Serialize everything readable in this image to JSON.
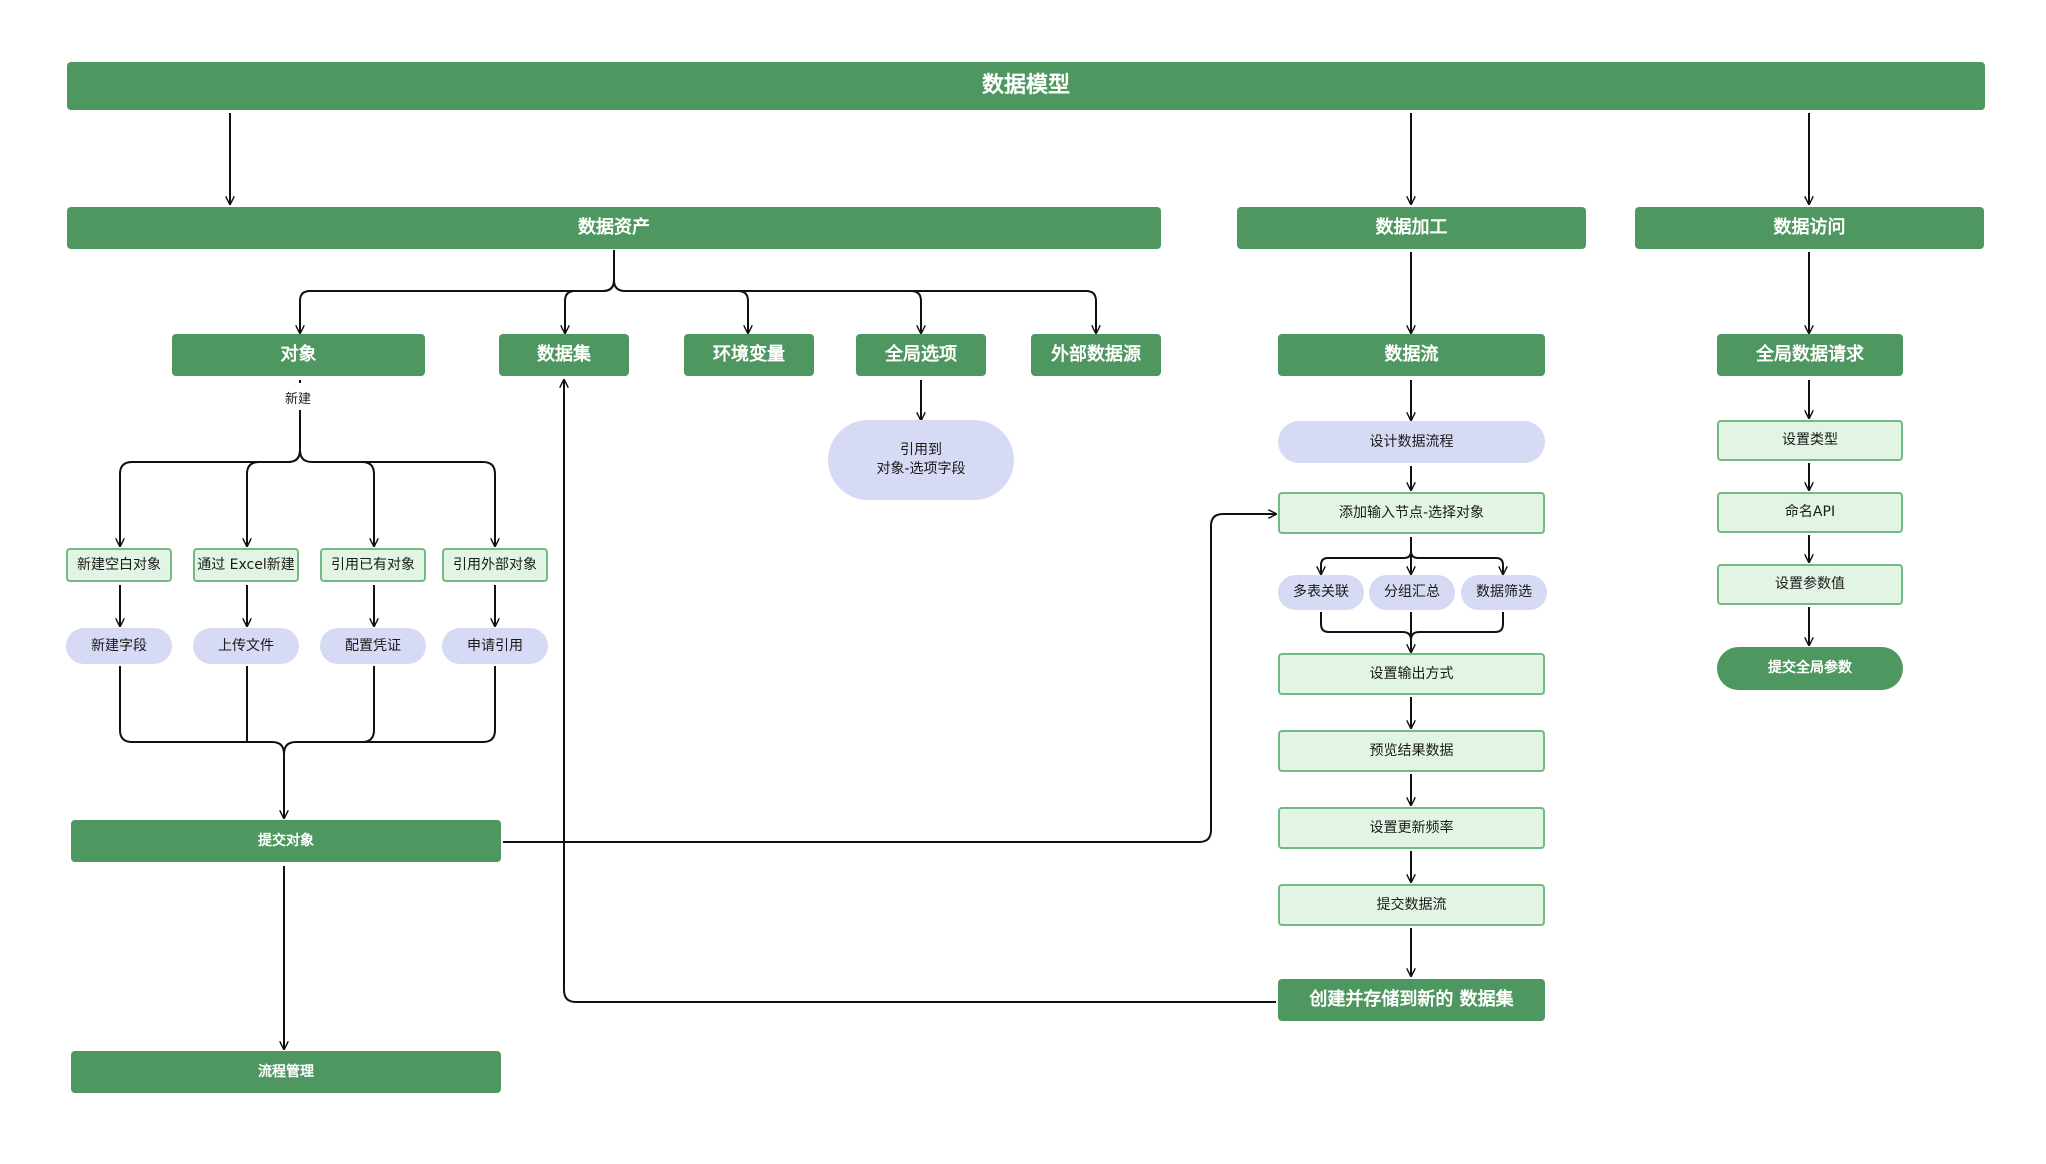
{
  "root": "数据模型",
  "asset": {
    "title": "数据资产",
    "children": {
      "object": "对象",
      "dataset": "数据集",
      "env": "环境变量",
      "global_option": "全局选项",
      "external_source": "外部数据源"
    },
    "new_label": "新建",
    "options": [
      "新建空白对象",
      "通过 Excel新建",
      "引用已有对象",
      "引用外部对象"
    ],
    "next_steps": [
      "新建字段",
      "上传文件",
      "配置凭证",
      "申请引用"
    ],
    "submit": "提交对象",
    "process": "流程管理",
    "global_option_ref": [
      "引用到",
      "对象-选项字段"
    ]
  },
  "processing": {
    "title": "数据加工",
    "flow": "数据流",
    "steps": {
      "design": "设计数据流程",
      "input": "添加输入节点-选择对象",
      "ops": [
        "多表关联",
        "分组汇总",
        "数据筛选"
      ],
      "output": "设置输出方式",
      "preview": "预览结果数据",
      "frequency": "设置更新频率",
      "submit": "提交数据流",
      "create": "创建并存储到新的 数据集"
    }
  },
  "access": {
    "title": "数据访问",
    "request": "全局数据请求",
    "steps": [
      "设置类型",
      "命名API",
      "设置参数值"
    ],
    "submit": "提交全局参数"
  }
}
